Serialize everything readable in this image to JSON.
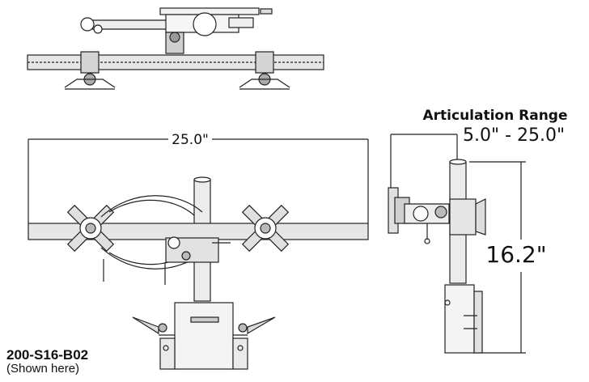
{
  "diagram": {
    "model_id": "200-S16-B02",
    "model_note": "(Shown here)",
    "width_label": "25.0\"",
    "articulation_title": "Articulation Range",
    "articulation_value": "5.0\" - 25.0\"",
    "height_label": "16.2\""
  }
}
